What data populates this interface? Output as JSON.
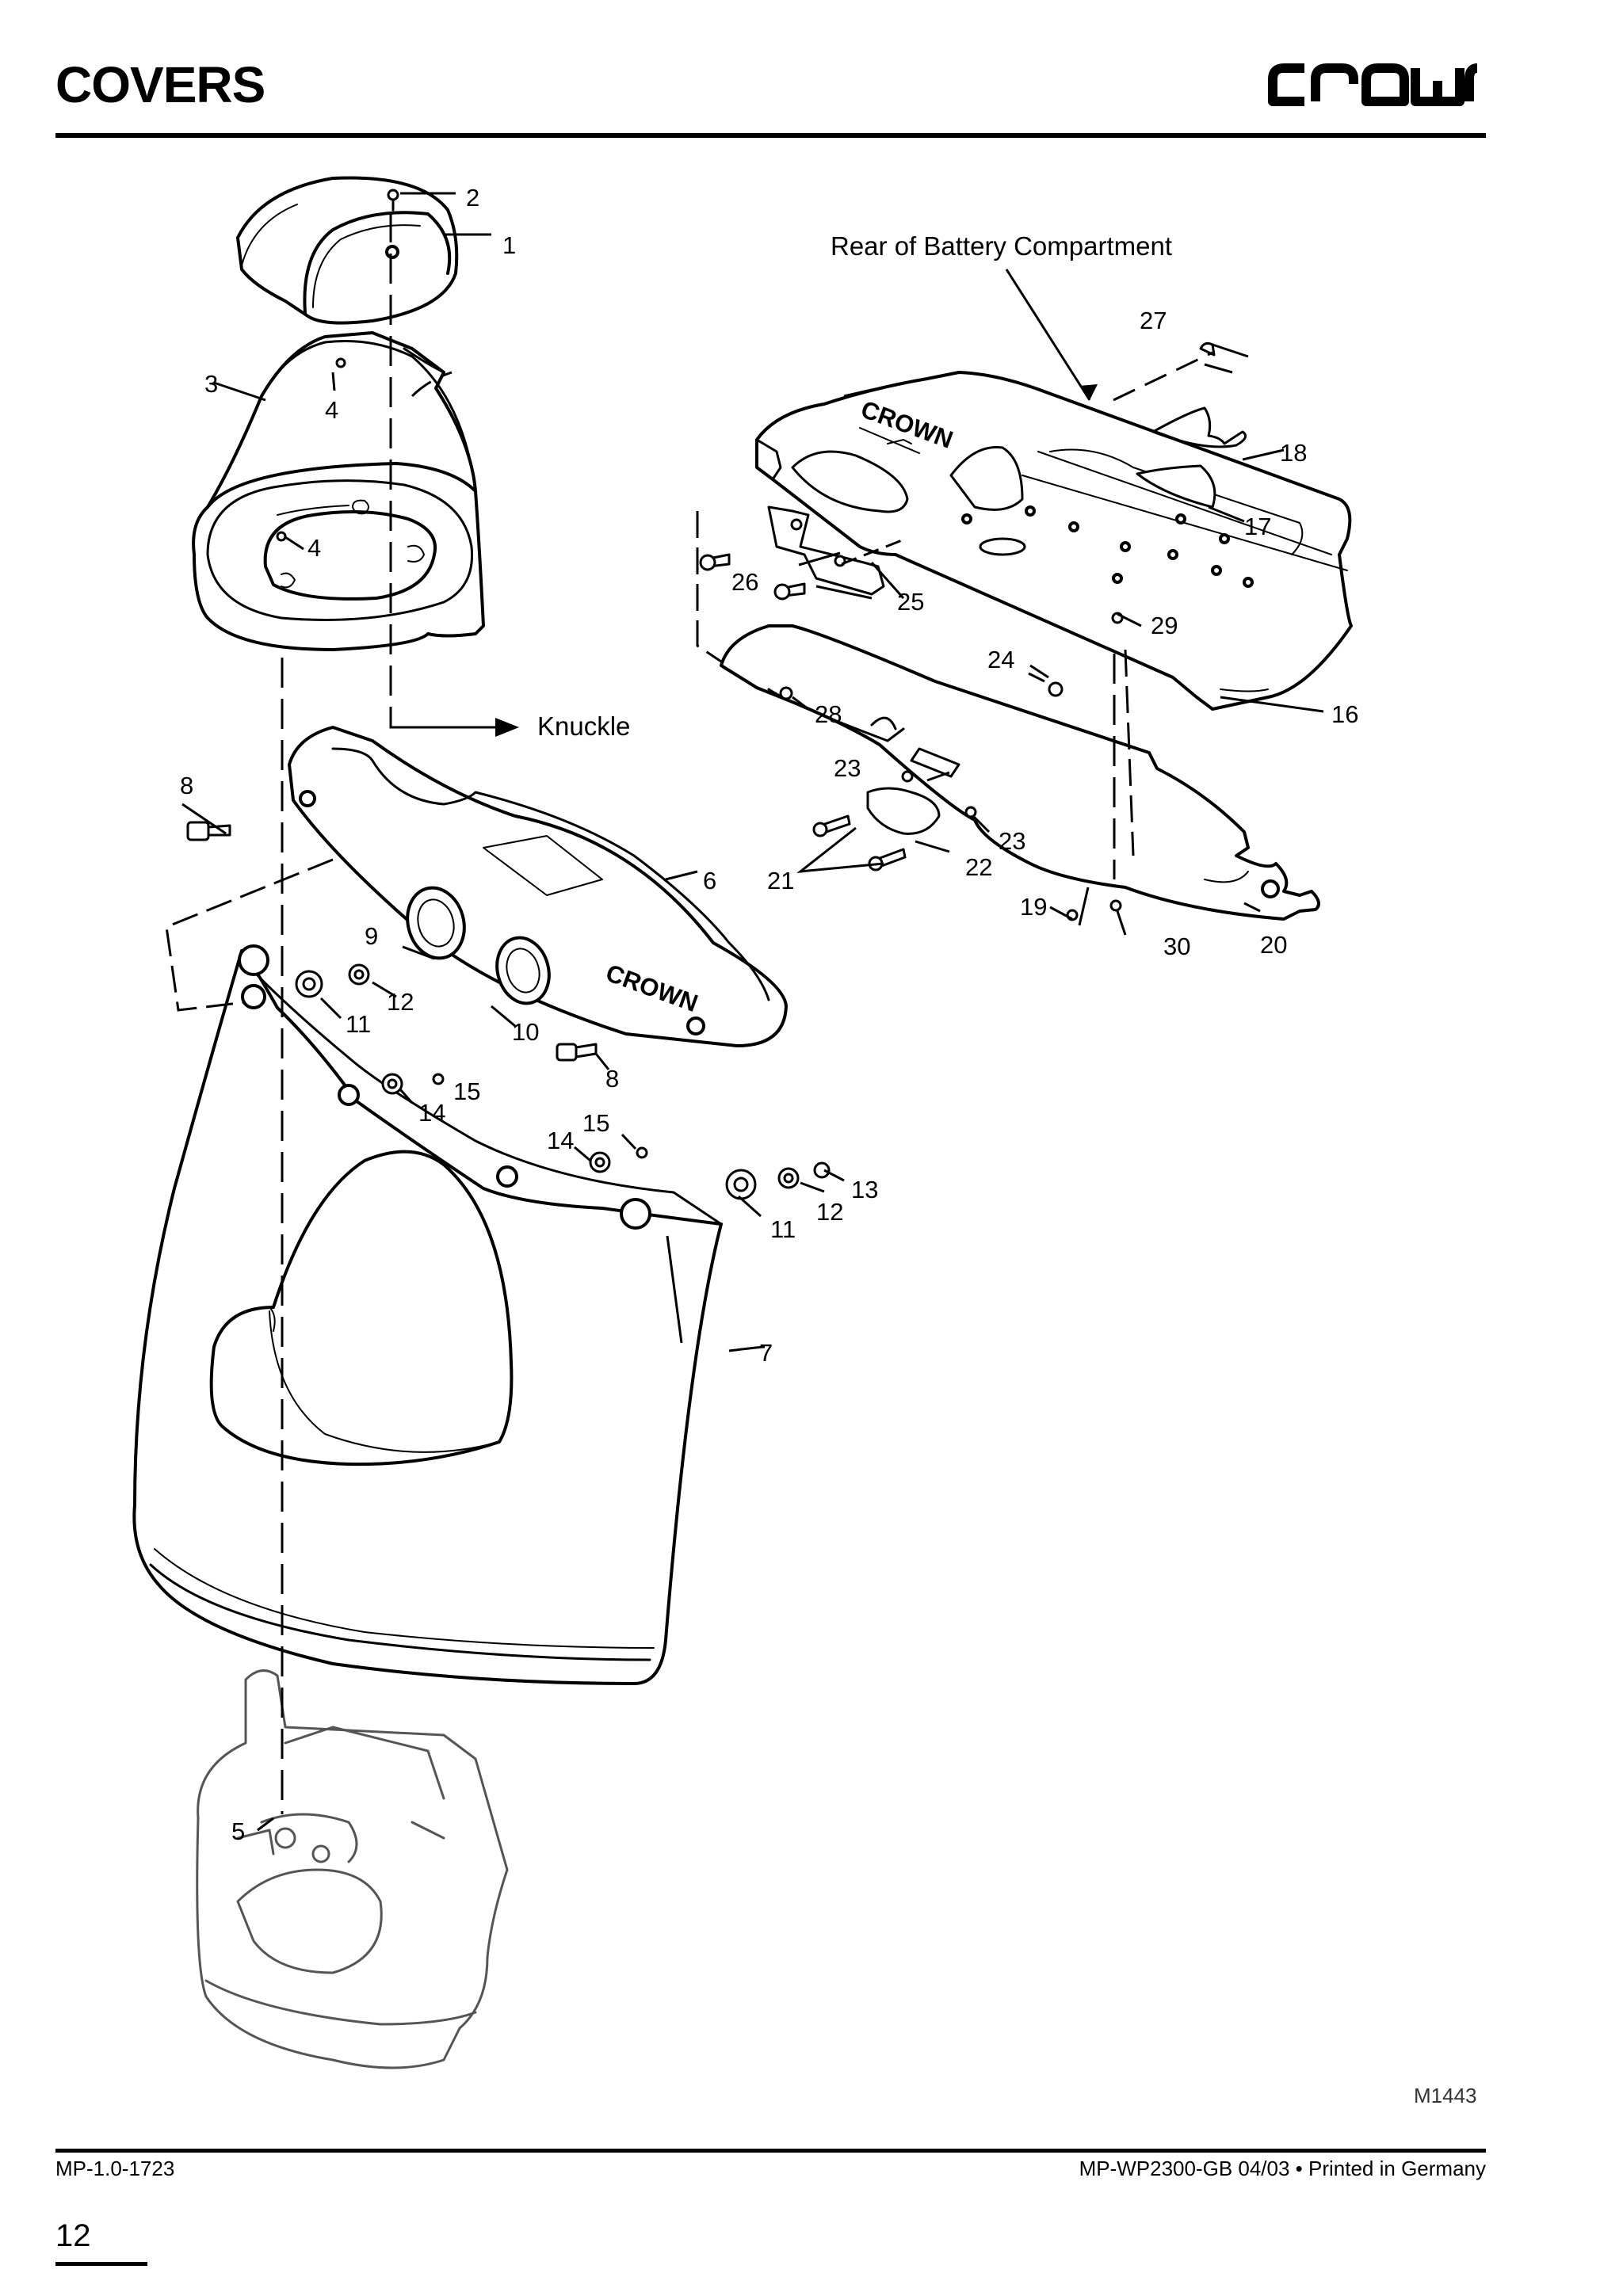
{
  "page": {
    "title": "COVERS",
    "brand": "CROWN",
    "figure_id": "M1443",
    "doc_code": "MP-1.0-1723",
    "doc_info": "MP-WP2300-GB 04/03 • Printed in Germany",
    "page_number": "12"
  },
  "diagram": {
    "captions": {
      "rear": "Rear of Battery Compartment",
      "knuckle": "Knuckle"
    },
    "callouts": [
      "1",
      "2",
      "3",
      "4",
      "4",
      "5",
      "6",
      "7",
      "8",
      "8",
      "9",
      "10",
      "11",
      "11",
      "12",
      "12",
      "13",
      "14",
      "14",
      "15",
      "15",
      "16",
      "17",
      "18",
      "19",
      "20",
      "21",
      "22",
      "23",
      "23",
      "24",
      "25",
      "26",
      "27",
      "28",
      "29",
      "30"
    ]
  }
}
